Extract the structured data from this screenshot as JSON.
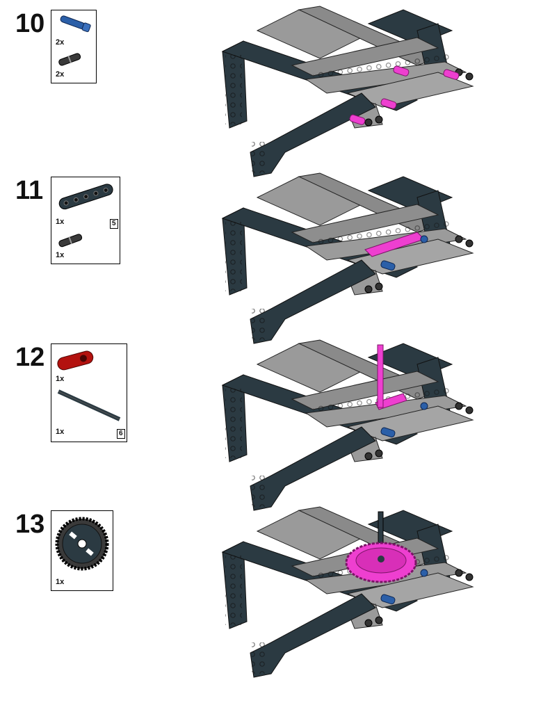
{
  "colors": {
    "dark_beam": "#2b3a42",
    "grey_beam": "#8e8e8e",
    "light_grey": "#a7a7a7",
    "highlight_pink": "#ee3fd0",
    "pin_blue": "#2b5fa8",
    "connector_red": "#b3120f"
  },
  "steps": [
    {
      "number": "10",
      "parts": [
        {
          "icon": "blue-axle-pin-icon",
          "qty": "2x"
        },
        {
          "icon": "black-friction-pin-icon",
          "qty": "2x"
        }
      ]
    },
    {
      "number": "11",
      "parts": [
        {
          "icon": "dark-beam-icon",
          "qty": "1x",
          "length": "5"
        },
        {
          "icon": "black-friction-pin-icon",
          "qty": "1x"
        }
      ]
    },
    {
      "number": "12",
      "parts": [
        {
          "icon": "red-connector-icon",
          "qty": "1x"
        },
        {
          "icon": "black-axle-icon",
          "qty": "1x",
          "length": "6"
        }
      ]
    },
    {
      "number": "13",
      "parts": [
        {
          "icon": "gear-icon",
          "qty": "1x"
        }
      ]
    }
  ]
}
